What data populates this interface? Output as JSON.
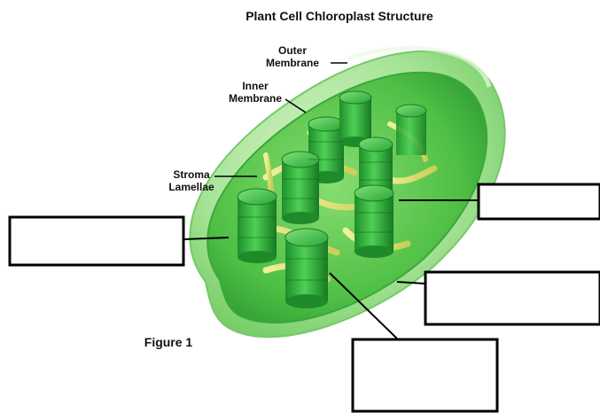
{
  "diagram": {
    "title": "Plant Cell Chloroplast Structure",
    "figure_caption": "Figure 1",
    "labels": {
      "outer_membrane": [
        "Outer",
        "Membrane"
      ],
      "inner_membrane": [
        "Inner",
        "Membrane"
      ],
      "stroma_lamellae": [
        "Stroma",
        "Lamellae"
      ]
    },
    "blank_answer_boxes": 4,
    "colors": {
      "chloroplast_light": "#9fe08a",
      "chloroplast_mid": "#4fbf45",
      "granum": "#25a82f",
      "lamellae": "#e2e27a",
      "box_border": "#000000"
    }
  }
}
